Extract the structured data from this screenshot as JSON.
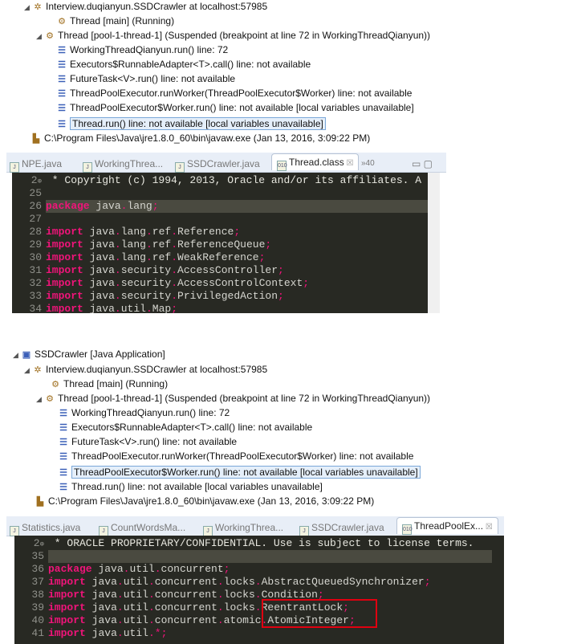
{
  "top": {
    "tree": [
      {
        "icon": "gear-icon",
        "text": "Interview.duqianyun.SSDCrawler at localhost:57985"
      },
      {
        "icon": "thread-running-icon",
        "text": "Thread [main] (Running)"
      },
      {
        "icon": "thread-suspended-icon",
        "text": "Thread [pool-1-thread-1] (Suspended (breakpoint at line 72 in WorkingThreadQianyun))"
      },
      {
        "icon": "stack-frame-icon",
        "text": "WorkingThreadQianyun.run() line: 72"
      },
      {
        "icon": "stack-frame-icon",
        "text": "Executors$RunnableAdapter<T>.call() line: not available"
      },
      {
        "icon": "stack-frame-icon",
        "text": "FutureTask<V>.run() line: not available"
      },
      {
        "icon": "stack-frame-icon",
        "text": "ThreadPoolExecutor.runWorker(ThreadPoolExecutor$Worker) line: not available"
      },
      {
        "icon": "stack-frame-icon",
        "text": "ThreadPoolExecutor$Worker.run() line: not available [local variables unavailable]"
      },
      {
        "icon": "stack-frame-icon",
        "text": "Thread.run() line: not available [local variables unavailable]",
        "selected": true
      },
      {
        "icon": "process-icon",
        "text": "C:\\Program Files\\Java\\jre1.8.0_60\\bin\\javaw.exe (Jan 13, 2016, 3:09:22 PM)"
      }
    ],
    "tabs": [
      "NPE.java",
      "WorkingThrea...",
      "SSDCrawler.java",
      "Thread.class"
    ],
    "overflow": "»40",
    "code": [
      {
        "n": "2",
        "kw": "",
        "t": " * Copyright (c) 1994, 2013, Oracle and/or its affiliates. A",
        "comment": true
      },
      {
        "n": "25",
        "kw": "",
        "t": ""
      },
      {
        "n": "26",
        "kw": "package",
        "t": " java.lang;"
      },
      {
        "n": "27",
        "kw": "",
        "t": ""
      },
      {
        "n": "28",
        "kw": "import",
        "t": " java.lang.ref.Reference;"
      },
      {
        "n": "29",
        "kw": "import",
        "t": " java.lang.ref.ReferenceQueue;"
      },
      {
        "n": "30",
        "kw": "import",
        "t": " java.lang.ref.WeakReference;"
      },
      {
        "n": "31",
        "kw": "import",
        "t": " java.security.AccessController;"
      },
      {
        "n": "32",
        "kw": "import",
        "t": " java.security.AccessControlContext;"
      },
      {
        "n": "33",
        "kw": "import",
        "t": " java.security.PrivilegedAction;"
      },
      {
        "n": "34",
        "kw": "import",
        "t": " java.util.Map;"
      }
    ]
  },
  "bottom": {
    "tree": [
      {
        "icon": "java-app-icon",
        "text": "SSDCrawler [Java Application]"
      },
      {
        "icon": "gear-icon",
        "text": "Interview.duqianyun.SSDCrawler at localhost:57985"
      },
      {
        "icon": "thread-running-icon",
        "text": "Thread [main] (Running)"
      },
      {
        "icon": "thread-suspended-icon",
        "text": "Thread [pool-1-thread-1] (Suspended (breakpoint at line 72 in WorkingThreadQianyun))"
      },
      {
        "icon": "stack-frame-icon",
        "text": "WorkingThreadQianyun.run() line: 72"
      },
      {
        "icon": "stack-frame-icon",
        "text": "Executors$RunnableAdapter<T>.call() line: not available"
      },
      {
        "icon": "stack-frame-icon",
        "text": "FutureTask<V>.run() line: not available"
      },
      {
        "icon": "stack-frame-icon",
        "text": "ThreadPoolExecutor.runWorker(ThreadPoolExecutor$Worker) line: not available"
      },
      {
        "icon": "stack-frame-icon",
        "text": "ThreadPoolExecutor$Worker.run() line: not available [local variables unavailable]",
        "selected": true
      },
      {
        "icon": "stack-frame-icon",
        "text": "Thread.run() line: not available [local variables unavailable]"
      },
      {
        "icon": "process-icon",
        "text": "C:\\Program Files\\Java\\jre1.8.0_60\\bin\\javaw.exe (Jan 13, 2016, 3:09:22 PM)"
      }
    ],
    "tabs": [
      "Statistics.java",
      "CountWordsMa...",
      "WorkingThrea...",
      "SSDCrawler.java",
      "ThreadPoolEx..."
    ],
    "code": [
      {
        "n": "2",
        "kw": "",
        "t": " * ORACLE PROPRIETARY/CONFIDENTIAL. Use is subject to license terms.",
        "comment": true
      },
      {
        "n": "35",
        "kw": "",
        "t": ""
      },
      {
        "n": "36",
        "kw": "package",
        "t": " java.util.concurrent;"
      },
      {
        "n": "37",
        "kw": "import",
        "t": " java.util.concurrent.locks.AbstractQueuedSynchronizer;"
      },
      {
        "n": "38",
        "kw": "import",
        "t": " java.util.concurrent.locks.Condition;"
      },
      {
        "n": "39",
        "kw": "import",
        "t": " java.util.concurrent.locks.ReentrantLock;"
      },
      {
        "n": "40",
        "kw": "import",
        "t": " java.util.concurrent.atomic.AtomicInteger;"
      },
      {
        "n": "41",
        "kw": "import",
        "t": " java.util.*;"
      }
    ],
    "highlight_color": "#e00010"
  }
}
